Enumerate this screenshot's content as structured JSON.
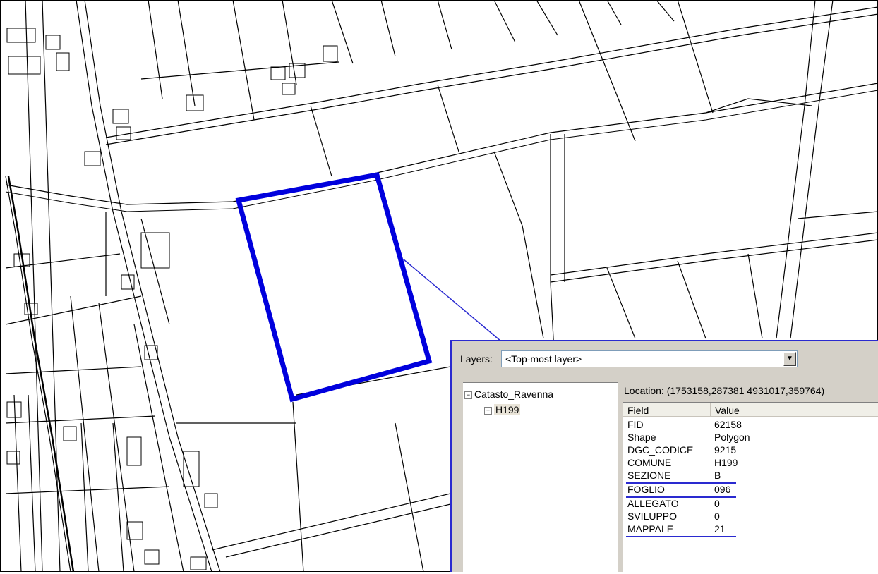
{
  "identify": {
    "layers_label": "Layers:",
    "layers_selected": "<Top-most layer>",
    "tree_root": "Catasto_Ravenna",
    "tree_child": "H199",
    "location": "Location: (1753158,287381 4931017,359764)",
    "columns": [
      "Field",
      "Value"
    ],
    "rows": [
      {
        "field": "FID",
        "value": "62158"
      },
      {
        "field": "Shape",
        "value": "Polygon"
      },
      {
        "field": "DGC_CODICE",
        "value": "9215"
      },
      {
        "field": "COMUNE",
        "value": "H199"
      },
      {
        "field": "SEZIONE",
        "value": "B"
      },
      {
        "field": "FOGLIO",
        "value": "096"
      },
      {
        "field": "ALLEGATO",
        "value": "0"
      },
      {
        "field": "SVILUPPO",
        "value": "0"
      },
      {
        "field": "MAPPALE",
        "value": "21"
      }
    ]
  },
  "colors": {
    "highlight": "#0000dd",
    "panel_border": "#2a2ad0",
    "panel_bg": "#d4d0c8"
  }
}
